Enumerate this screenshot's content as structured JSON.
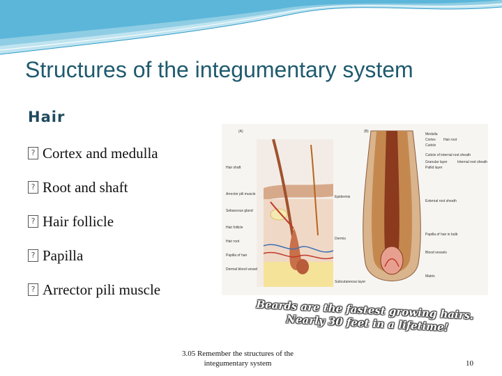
{
  "slide": {
    "title": "Structures of the integumentary system",
    "subtitle": "Hair",
    "bullets": [
      "Cortex and medulla",
      "Root and shaft",
      "Hair follicle",
      "Papilla",
      "Arrector pili muscle"
    ],
    "caption_line1": "Beards are the fastest growing hairs.",
    "caption_line2": "Nearly 30 feet in a lifetime!",
    "footer": "3.05 Remember the structures of the integumentary system",
    "page_number": "10"
  },
  "figure": {
    "panel_a": "(A)",
    "panel_b": "(B)",
    "left_labels": [
      "Hair shaft",
      "Arrector pili muscle",
      "Sebaceous gland",
      "Hair follicle",
      "Hair root",
      "Papilla of hair",
      "Dermal blood vessel"
    ],
    "mid_labels": [
      "Epidermis",
      "Dermis",
      "Subcutaneous layer"
    ],
    "right_labels": [
      "Medulla",
      "Cortex",
      "Cuticle",
      "Hair root",
      "Cuticle of internal root sheath",
      "Granular layer",
      "Pallid layer",
      "Internal root sheath",
      "External root sheath",
      "Papilla of hair in bulb",
      "Blood vessels",
      "Matrix"
    ]
  },
  "colors": {
    "title": "#1f5a6e",
    "wave": "#9fd3e6",
    "accent": "#2a9ac9"
  }
}
